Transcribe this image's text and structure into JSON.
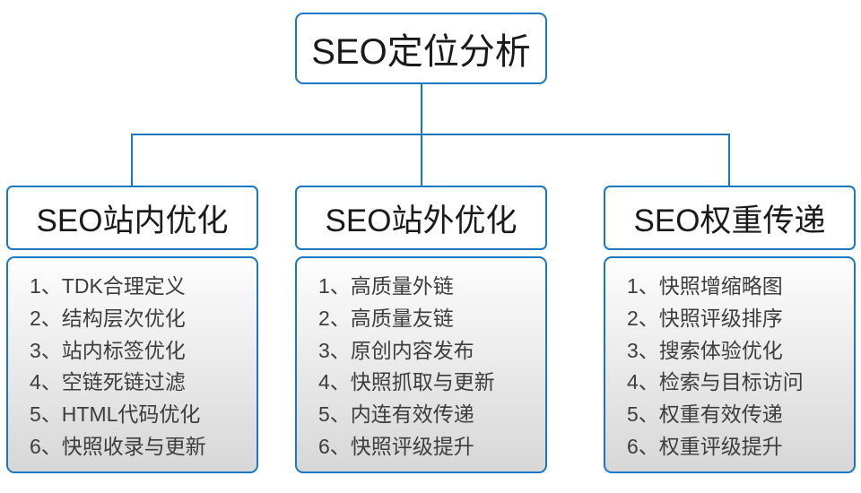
{
  "root": {
    "label": "SEO定位分析"
  },
  "columns": [
    {
      "header": "SEO站内优化",
      "items": [
        "1、TDK合理定义",
        "2、结构层次优化",
        "3、站内标签优化",
        "4、空链死链过滤",
        "5、HTML代码优化",
        "6、快照收录与更新"
      ]
    },
    {
      "header": "SEO站外优化",
      "items": [
        "1、高质量外链",
        "2、高质量友链",
        "3、原创内容发布",
        "4、快照抓取与更新",
        "5、内连有效传递",
        "6、快照评级提升"
      ]
    },
    {
      "header": "SEO权重传递",
      "items": [
        "1、快照增缩略图",
        "2、快照评级排序",
        "3、搜索体验优化",
        "4、检索与目标访问",
        "5、权重有效传递",
        "6、权重评级提升"
      ]
    }
  ],
  "colors": {
    "connector_blue": "#1878c4",
    "header_text": "#1a1a1a",
    "list_text": "#3d3d3d",
    "list_gradient_top": "#fdfdfd",
    "list_gradient_bottom": "#d7d7d7"
  }
}
